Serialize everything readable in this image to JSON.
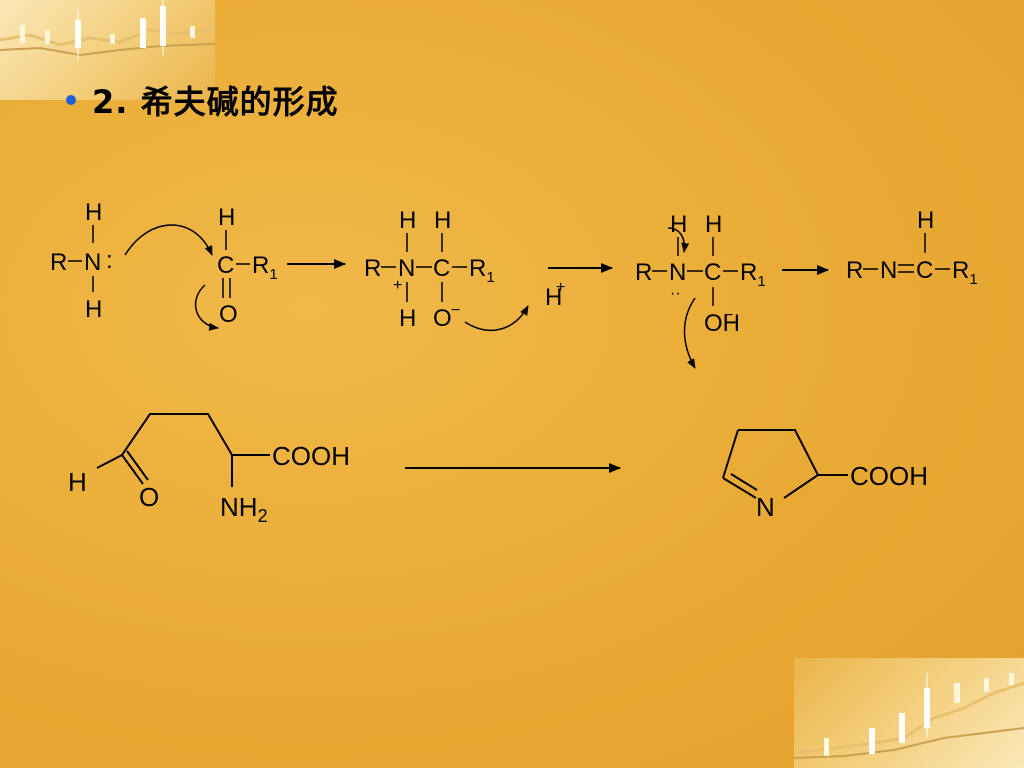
{
  "slide": {
    "bullet_text": "2. 希夫碱的形成"
  },
  "mech": {
    "s1": {
      "h_top": "H",
      "r": "R",
      "n": "N",
      "lone": ":",
      "h_bot": "H"
    },
    "s2": {
      "h": "H",
      "c": "C",
      "r1": "R",
      "r1_sub": "1",
      "o": "O"
    },
    "s3": {
      "h_n": "H",
      "h_c": "H",
      "r": "R",
      "n": "N",
      "plus": "+",
      "c": "C",
      "r1": "R",
      "r1_sub": "1",
      "h_bot": "H",
      "o": "O",
      "minus": "−"
    },
    "proton": {
      "h": "H",
      "plus": "+"
    },
    "s4": {
      "h_n": "H",
      "h_c": "H",
      "r": "R",
      "n": "N",
      "c": "C",
      "r1": "R",
      "r1_sub": "1",
      "lone": "··",
      "oh": "OH",
      "minus": "−"
    },
    "s5": {
      "h": "H",
      "r": "R",
      "n": "N",
      "c": "C",
      "r1": "R",
      "r1_sub": "1"
    }
  },
  "rxn2": {
    "h": "H",
    "o": "O",
    "nh2": "NH",
    "nh2_sub": "2",
    "cooh_left": "COOH",
    "n": "N",
    "cooh_right": "COOH"
  }
}
